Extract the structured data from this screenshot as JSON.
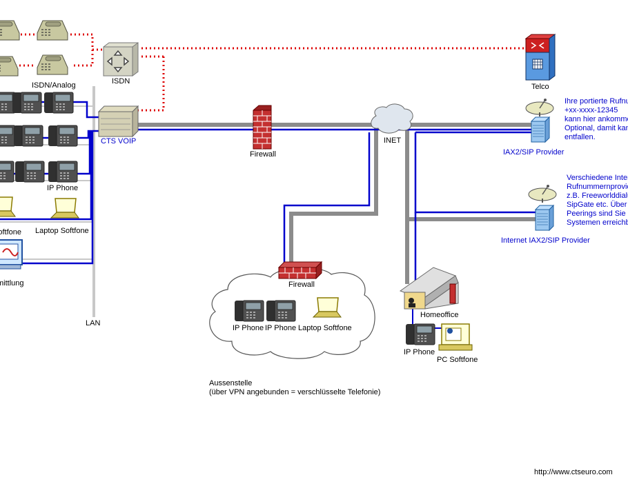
{
  "labels": {
    "isdn_analog": "ISDN/Analog",
    "isdn": "ISDN",
    "telco": "Telco",
    "cts_voip": "CTS VOIP",
    "firewall_main": "Firewall",
    "inet": "INET",
    "iax_provider": "IAX2/SIP Provider",
    "internet_iax_provider": "Internet IAX2/SIP Provider",
    "ip_phone_lan": "IP Phone",
    "softfone_left": "Softfone",
    "laptop_softfone_lan": "Laptop Softfone",
    "vermittlung": "mittlung",
    "lan": "LAN",
    "firewall_branch": "Firewall",
    "branch_ip_phone_1": "IP Phone",
    "branch_ip_phone_2": "IP Phone",
    "branch_laptop": "Laptop Softfone",
    "homeoffice": "Homeoffice",
    "home_ip_phone": "IP Phone",
    "pc_softfone": "PC Softfone",
    "aussenstelle": "Aussenstelle",
    "aussenstelle_note": "(über VPN angebunden = verschlüsselte Telefonie)",
    "url": "http://www.ctseuro.com"
  },
  "notes": {
    "ported_number": [
      "Ihre portierte Rufnu",
      "+xx-xxxx-12345",
      "kann hier ankomme",
      "Optional, damit kan",
      "entfallen."
    ],
    "internet_providers": [
      "Verschiedene Inter",
      "Rufnummernprovic",
      "z.B. Freeworlddialu",
      "SipGate etc. Über",
      "Peerings sind Sie a",
      "Systemen erreichb"
    ]
  },
  "colors": {
    "blue_link": "#0000cc",
    "gray_backbone": "#8c8c8c",
    "red_isdn": "#dd0000",
    "lan_gray": "#c8c8c8"
  },
  "icons": {
    "desk_phone": "desk-phone-icon",
    "ip_phone": "ip-phone-icon",
    "laptop": "laptop-icon",
    "router": "router-icon",
    "voip_server": "voip-server-icon",
    "firewall": "firewall-icon",
    "cloud": "cloud-icon",
    "satellite": "satellite-dish-icon",
    "telco": "telco-switch-icon",
    "house": "house-icon",
    "pc": "pc-icon"
  }
}
